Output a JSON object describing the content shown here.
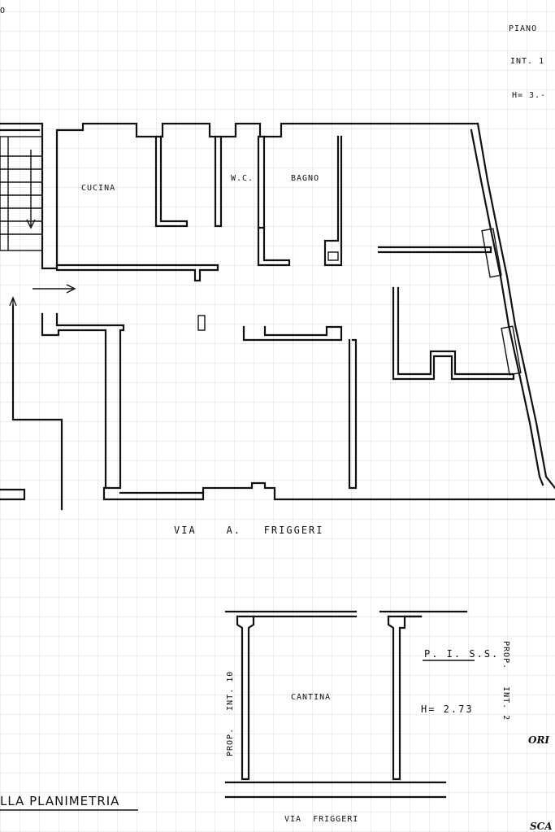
{
  "top_left_fragment": "O",
  "header": {
    "piano": "PIANO",
    "interno": "INT. 1",
    "altezza": "H= 3.-"
  },
  "rooms": {
    "cucina": "CUCINA",
    "wc": "W.C.",
    "bagno": "BAGNO"
  },
  "street_main": "VIA    A.   FRIGGERI",
  "cellar": {
    "room": "CANTINA",
    "floor": "P. I. S.S.",
    "height": "H= 2.73",
    "neighbor_left": "PROP.   INT. 10",
    "neighbor_right": "PROP.   INT. 2",
    "street": "VIA  FRIGGERI"
  },
  "title_fragment": "LLA PLANIMETRIA",
  "right_fragments": {
    "orientation": "ORI",
    "scale": "SCA"
  }
}
